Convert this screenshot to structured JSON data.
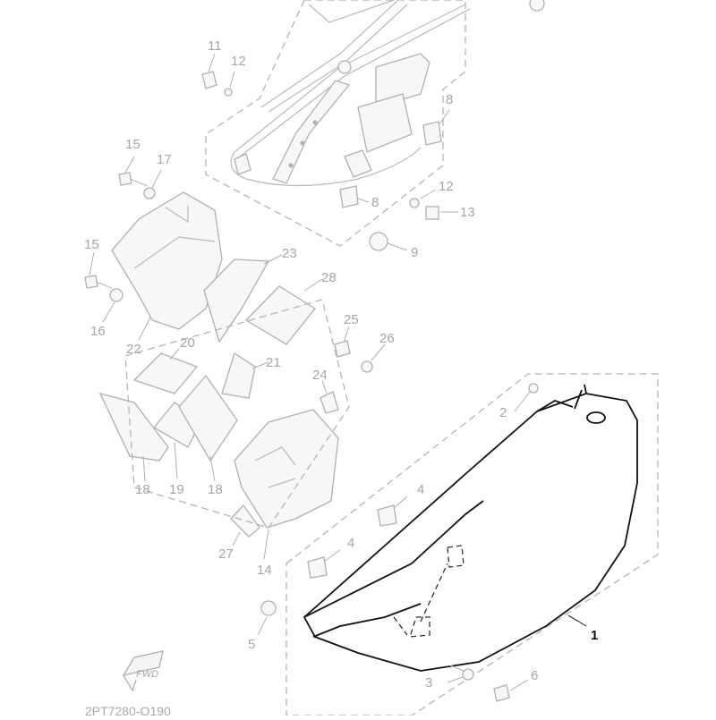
{
  "diagram_code": "2PT7280-Q190",
  "fwd_label": "FWD",
  "callouts": [
    "1",
    "2",
    "3",
    "4",
    "4",
    "5",
    "6",
    "8",
    "8",
    "9",
    "11",
    "12",
    "12",
    "13",
    "14",
    "15",
    "15",
    "16",
    "17",
    "18",
    "18",
    "19",
    "20",
    "21",
    "22",
    "23",
    "24",
    "25",
    "26",
    "27",
    "28"
  ]
}
